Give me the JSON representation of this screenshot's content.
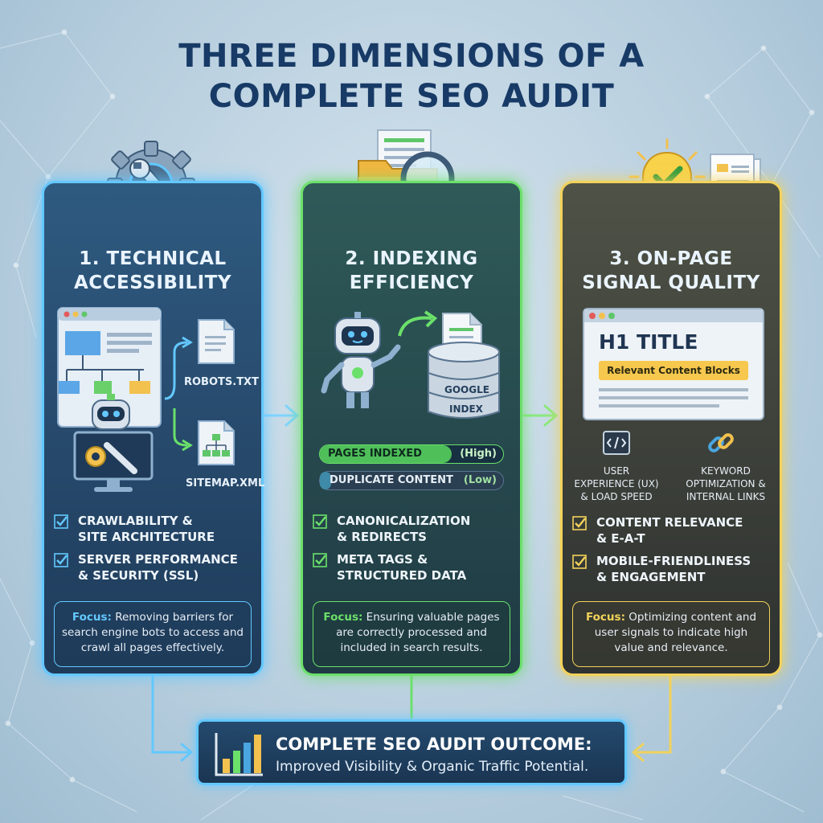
{
  "title": {
    "line1": "THREE DIMENSIONS OF A",
    "line2": "COMPLETE SEO AUDIT"
  },
  "colors": {
    "blue_accent": "#63c8ff",
    "green_accent": "#6be06a",
    "yellow_accent": "#f2d25a",
    "title_color": "#173a66"
  },
  "panels": [
    {
      "title_line1": "1. TECHNICAL",
      "title_line2": "ACCESSIBILITY",
      "icon": "gear-wrench-icon",
      "labels": {
        "robots": "ROBOTS.TXT",
        "sitemap": "SITEMAP.XML"
      },
      "checks": [
        {
          "line1": "CRAWLABILITY &",
          "line2": "SITE ARCHITECTURE"
        },
        {
          "line1": "SERVER PERFORMANCE",
          "line2": "& SECURITY (SSL)"
        }
      ],
      "focus_label": "Focus:",
      "focus_text": " Removing barriers for search engine bots to access and crawl all pages effectively."
    },
    {
      "title_line1": "2. INDEXING",
      "title_line2": "EFFICIENCY",
      "icon": "folder-magnifier-icon",
      "index_label": {
        "line1": "GOOGLE",
        "line2": "INDEX"
      },
      "bars": [
        {
          "label": "PAGES INDEXED",
          "level": "(High)"
        },
        {
          "label": "DUPLICATE CONTENT",
          "level": "(Low)"
        }
      ],
      "checks": [
        {
          "line1": "CANONICALIZATION",
          "line2": "& REDIRECTS"
        },
        {
          "line1": "META TAGS &",
          "line2": "STRUCTURED DATA"
        }
      ],
      "focus_label": "Focus:",
      "focus_text": " Ensuring valuable pages are correctly processed and included in search results."
    },
    {
      "title_line1": "3. ON-PAGE",
      "title_line2": "SIGNAL QUALITY",
      "icon": "lightbulb-check-icon",
      "page_heading": "H1 TITLE",
      "content_blocks": "Relevant Content Blocks",
      "features": [
        {
          "line1": "USER",
          "line2": "EXPERIENCE (UX)",
          "line3": "& LOAD SPEED",
          "icon": "code-icon"
        },
        {
          "line1": "KEYWORD",
          "line2": "OPTIMIZATION &",
          "line3": "INTERNAL LINKS",
          "icon": "chain-link-icon"
        }
      ],
      "checks": [
        {
          "line1": "CONTENT RELEVANCE",
          "line2": "& E-A-T"
        },
        {
          "line1": "MOBILE-FRIENDLINESS",
          "line2": "& ENGAGEMENT"
        }
      ],
      "focus_label": "Focus:",
      "focus_text": " Optimizing content and user signals to indicate high value and relevance."
    }
  ],
  "outcome": {
    "heading": "COMPLETE SEO AUDIT OUTCOME:",
    "text": "Improved Visibility & Organic Traffic Potential.",
    "icon": "bar-chart-icon"
  }
}
